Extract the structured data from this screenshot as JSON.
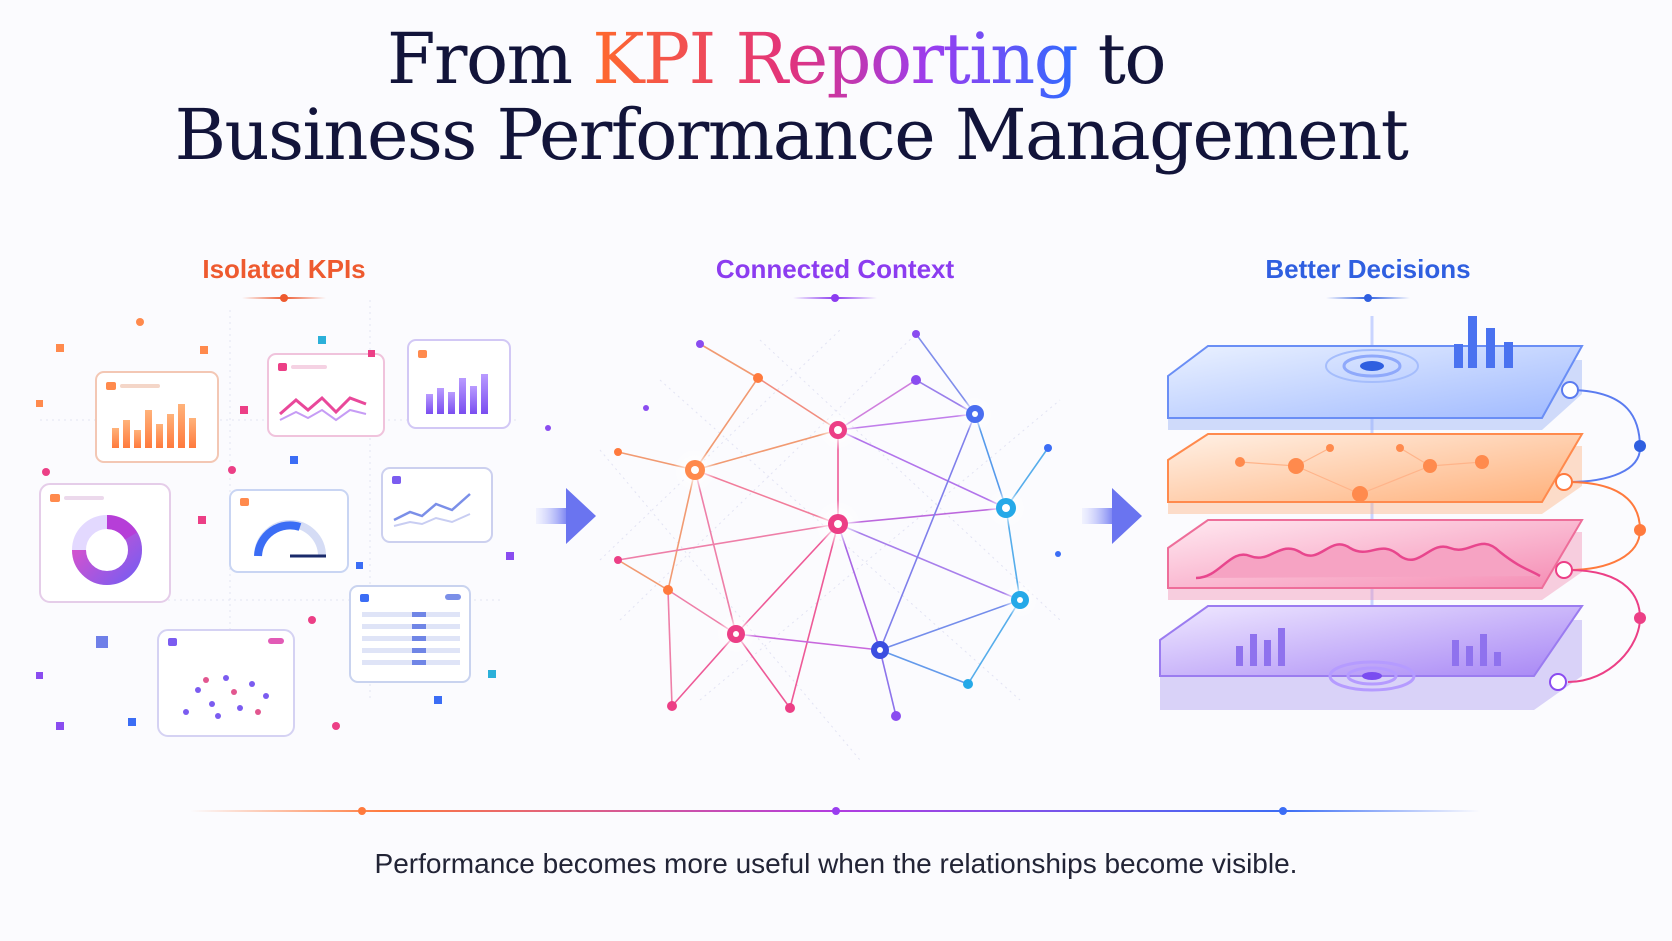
{
  "title": {
    "line1_pre": "From ",
    "line1_highlight": "KPI Reporting",
    "line1_post": " to",
    "line2": "Business Performance Management"
  },
  "stages": [
    {
      "label": "Isolated KPIs",
      "color": "#ee5a2f"
    },
    {
      "label": "Connected Context",
      "color": "#8c3cf0"
    },
    {
      "label": "Better Decisions",
      "color": "#2f5fe0"
    }
  ],
  "caption": "Performance becomes more useful when the relationships become visible.",
  "colors": {
    "orange": "#ff7a3d",
    "pink": "#ec3f86",
    "purple": "#8a4cf0",
    "blue": "#3b6df5",
    "cyan": "#25a9e8",
    "navy": "#12143a"
  },
  "icons": [
    "arrow-right-icon",
    "arrow-right-icon"
  ]
}
